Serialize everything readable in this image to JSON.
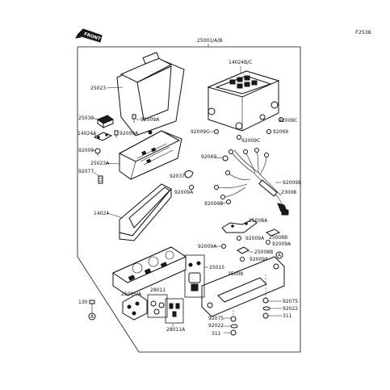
{
  "diagram_code": "F2538",
  "front_label": "FRONT",
  "labels": {
    "meter_assy": "25001/A/B",
    "cover_25023": "25023",
    "housing": "14024B/C",
    "part_25030": "25030",
    "screw_92009A_a": "92009A",
    "bracket_14024A": "14024A",
    "screw_92009A_b": "92009A",
    "screw_92009": "92009",
    "screw_92009C_r1": "92009C",
    "screw_92009C_l": "92009C",
    "screw_92069_r": "92069",
    "screw_92009C_r2": "92009C",
    "cover_25023A": "25023A",
    "plug_92077": "92077",
    "clip_92037": "92037",
    "socket_92069": "92069",
    "screw_92009B_r": "92009B",
    "harness_23008": "23008",
    "screw_92009A_c": "92009A",
    "screw_92009B_l": "92009B",
    "visor_14024": "14024",
    "bracket_25008A": "25008A",
    "bracket_25008B_1": "25008B",
    "screw_92009A_d": "92009A",
    "screw_92009A_e": "92009A",
    "screw_92009A_f": "92009A",
    "bracket_25008B_2": "25008B",
    "screw_92009A_g": "92009A",
    "lamp_25015": "25015",
    "plate_25008": "25008",
    "panel_25005A": "25005/A",
    "bulb_28011": "28011",
    "bulb_28011A": "28011A",
    "bolt_130": "130",
    "ref_A_left": "A",
    "ref_A_right": "A",
    "nut_92075_r": "92075",
    "washer_92022_r": "92022",
    "nut_311_r": "311",
    "nut_92075_b": "92075",
    "washer_92022_b": "92022",
    "nut_311_b": "311"
  }
}
